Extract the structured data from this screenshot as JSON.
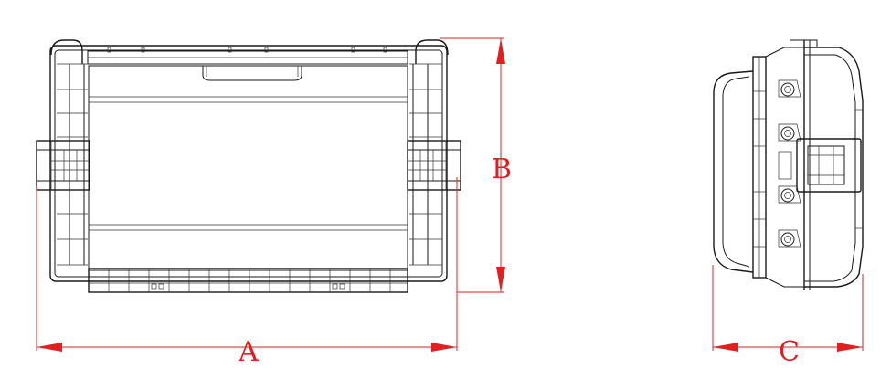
{
  "dimensions": {
    "a_label": "A",
    "b_label": "B",
    "c_label": "C"
  },
  "colors": {
    "outline": "#1a1a1a",
    "dimension": "#e02020",
    "background": "#ffffff"
  }
}
